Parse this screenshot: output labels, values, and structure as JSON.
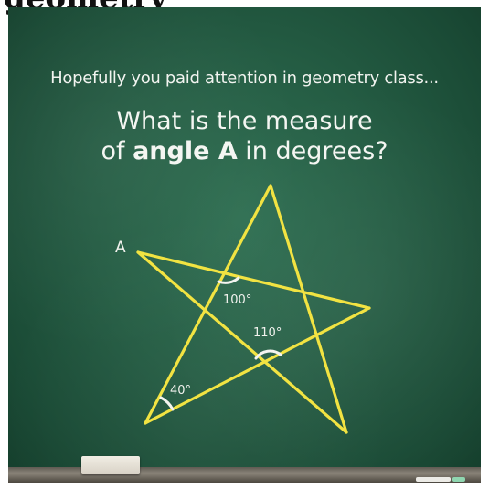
{
  "header_fragment": "geometry",
  "subtitle": "Hopefully you paid attention in geometry class...",
  "question": {
    "line1": "What is the measure",
    "line2_prefix": "of ",
    "line2_bold": "angle A",
    "line2_suffix": " in degrees?"
  },
  "figure": {
    "vertex_label": "A",
    "angle_labels": [
      "100°",
      "110°",
      "40°"
    ],
    "line_color": "#f2e342"
  },
  "colors": {
    "board": "#245c43",
    "chalk_text": "#f2f4f0"
  }
}
